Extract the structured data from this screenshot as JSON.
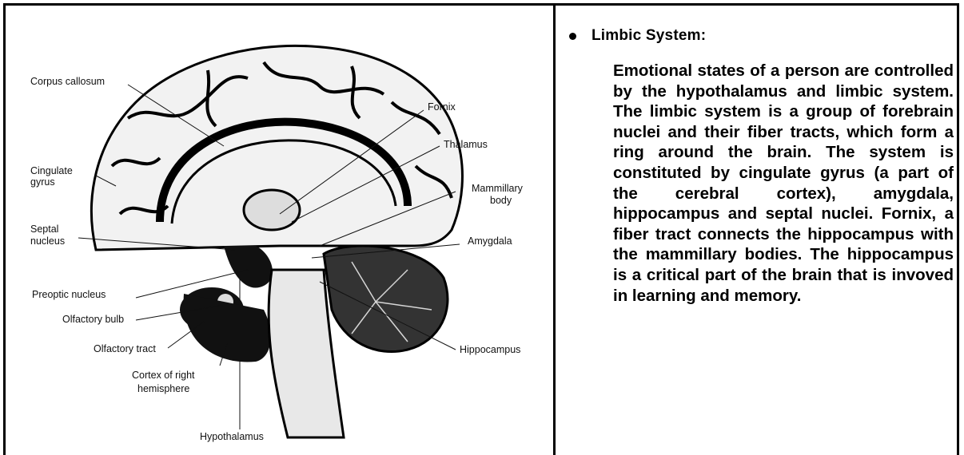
{
  "figure": {
    "labels": {
      "corpus_callosum": "Corpus callosum",
      "fornix": "Fornix",
      "thalamus": "Thalamus",
      "cingulate_gyrus_line1": "Cingulate",
      "cingulate_gyrus_line2": "gyrus",
      "mammillary_body_line1": "Mammillary",
      "mammillary_body_line2": "body",
      "septal_nucleus_line1": "Septal",
      "septal_nucleus_line2": "nucleus",
      "amygdala": "Amygdala",
      "preoptic_nucleus": "Preoptic nucleus",
      "olfactory_bulb": "Olfactory bulb",
      "olfactory_tract": "Olfactory tract",
      "hippocampus": "Hippocampus",
      "cortex_line1": "Cortex of right",
      "cortex_line2": "hemisphere",
      "hypothalamus": "Hypothalamus"
    }
  },
  "text_panel": {
    "heading": "Limbic System:",
    "paragraph": "Emotional states of a person are controlled by the hypothalamus and limbic system. The limbic system is a group of forebrain nuclei and their fiber tracts, which form a ring around the brain. The system is constituted by cingulate gyrus (a part of the cerebral cortex), amygdala, hippocampus and septal nuclei. Fornix, a fiber tract connects the hippocampus with the mammillary bodies. The hippocampus is a critical part of the brain that is invoved in learning and memory."
  }
}
